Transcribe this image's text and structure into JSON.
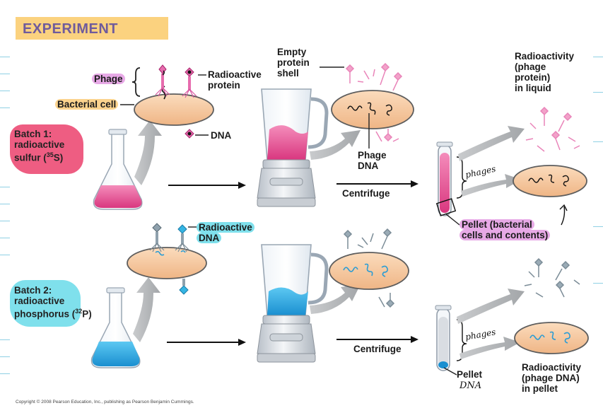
{
  "title": "EXPERIMENT",
  "labels": {
    "phage": "Phage",
    "radioactive_protein_1": "Radioactive",
    "radioactive_protein_2": "protein",
    "bacterial_cell": "Bacterial cell",
    "dna": "DNA",
    "empty_shell_1": "Empty",
    "empty_shell_2": "protein",
    "empty_shell_3": "shell",
    "phage_dna_1": "Phage",
    "phage_dna_2": "DNA",
    "radioactive_dna_1": "Radioactive",
    "radioactive_dna_2": "DNA",
    "result1_1": "Radioactivity",
    "result1_2": "(phage",
    "result1_3": "protein)",
    "result1_4": "in liquid",
    "pellet1_1": "Pellet (bacterial",
    "pellet1_2": "cells and contents)",
    "result2_1": "Radioactivity",
    "result2_2": "(phage DNA)",
    "result2_3": "in pellet",
    "pellet2_1": "Pellet",
    "pellet2_2": "DNA",
    "centrifuge_1": "Centrifuge",
    "centrifuge_2": "Centrifuge"
  },
  "batch1": {
    "line1": "Batch 1:",
    "line2": "radioactive",
    "line3_a": "sulfur (",
    "line3_sup": "35",
    "line3_b": "S)"
  },
  "batch2": {
    "line1": "Batch 2:",
    "line2": "radioactive",
    "line3_a": "phosphorus",
    "line3_b": " (",
    "line3_sup": "32",
    "line3_c": "P)"
  },
  "handwriting": {
    "phages_1": "phages",
    "phages_2": "phages"
  },
  "copyright": "Copyright © 2008 Pearson Education, Inc., publishing as Pearson Benjamin Cummings.",
  "colors": {
    "protein_pink": "#e0569a",
    "dna_cyan": "#27aee3",
    "cell_orange": "#f5c8a0",
    "title_bg": "#fbd27f"
  }
}
